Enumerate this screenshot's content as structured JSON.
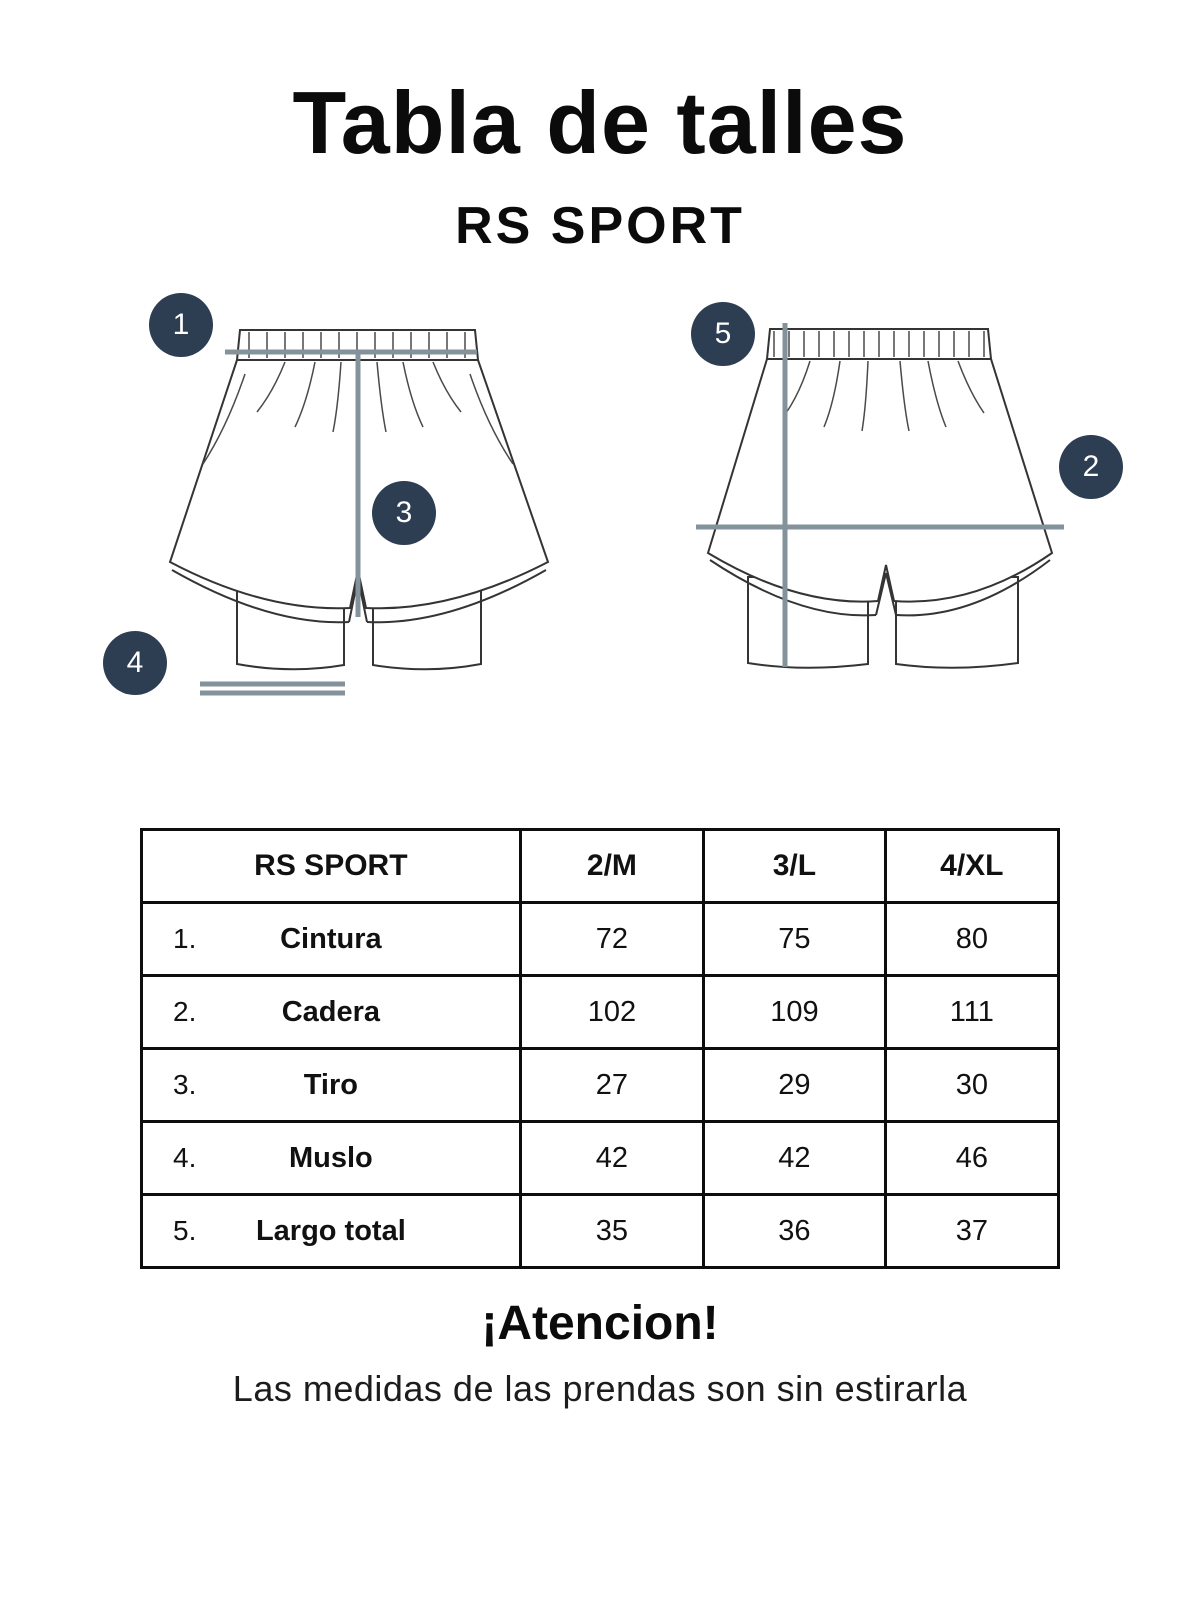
{
  "page": {
    "title": "Tabla de talles",
    "subtitle": "RS SPORT"
  },
  "diagram": {
    "badges": [
      "1",
      "2",
      "3",
      "4",
      "5"
    ]
  },
  "table": {
    "headers": [
      "RS SPORT",
      "2/M",
      "3/L",
      "4/XL"
    ],
    "rows": [
      {
        "num": "1.",
        "label": "Cintura",
        "values": [
          "72",
          "75",
          "80"
        ]
      },
      {
        "num": "2.",
        "label": "Cadera",
        "values": [
          "102",
          "109",
          "111"
        ]
      },
      {
        "num": "3.",
        "label": "Tiro",
        "values": [
          "27",
          "29",
          "30"
        ]
      },
      {
        "num": "4.",
        "label": "Muslo",
        "values": [
          "42",
          "42",
          "46"
        ]
      },
      {
        "num": "5.",
        "label": "Largo total",
        "values": [
          "35",
          "36",
          "37"
        ]
      }
    ]
  },
  "footer": {
    "attention": "¡Atencion!",
    "note": "Las medidas de las prendas son sin estirarla"
  },
  "colors": {
    "badge_bg": "#2d3d52",
    "badge_text": "#ffffff",
    "measure_line": "#84939b",
    "table_border": "#0d0d0d",
    "text": "#111111"
  }
}
